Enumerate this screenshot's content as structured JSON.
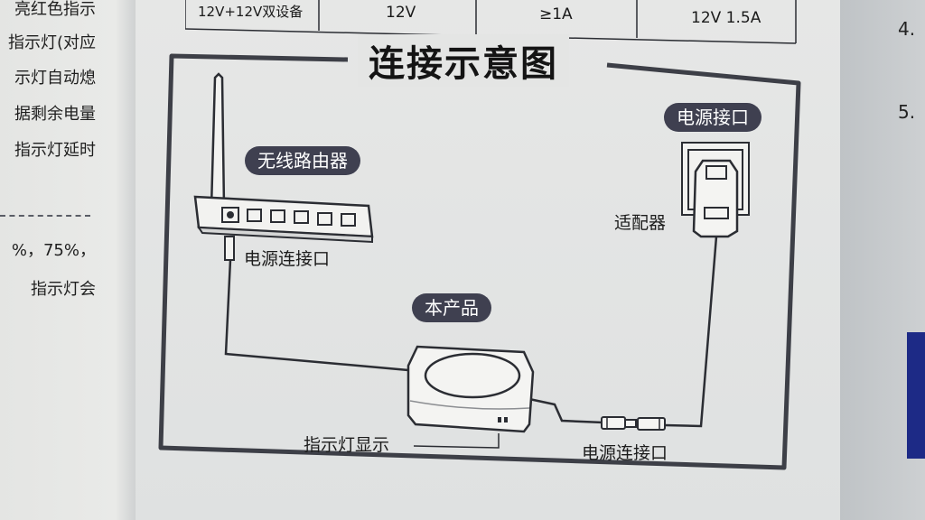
{
  "left_page": {
    "lines": [
      "亮红色指示",
      "指示灯(对应",
      "示灯自动熄",
      "据剩余电量",
      "指示灯延时",
      "%，75%，",
      "指示灯会"
    ]
  },
  "spec_table": {
    "row": [
      "12V+12V双设备",
      "12V",
      "≥1A",
      "12V 1.5A"
    ]
  },
  "diagram": {
    "title": "连接示意图",
    "router_label": "无线路由器",
    "router_power_label": "电源连接口",
    "product_label": "本产品",
    "indicator_label": "指示灯显示",
    "product_power_label": "电源连接口",
    "power_port_label": "电源接口",
    "adapter_label": "适配器"
  },
  "right_page": {
    "items": [
      "4.",
      "5."
    ]
  },
  "colors": {
    "pill_bg": "#3f4050",
    "ink": "#2b2d33",
    "page": "#e4e5e4"
  }
}
